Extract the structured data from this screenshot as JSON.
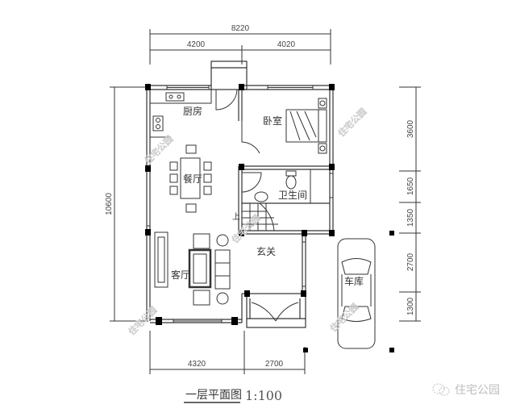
{
  "title": "一层平面图",
  "scale": "1:100",
  "dimensions": {
    "top_total": "8220",
    "top_segments": [
      "4200",
      "4020"
    ],
    "left_total": "10600",
    "right_segments": [
      "3600",
      "1650",
      "1350",
      "2700",
      "1300"
    ],
    "bottom_segments": [
      "4320",
      "2700"
    ]
  },
  "rooms": {
    "kitchen": "厨房",
    "bedroom": "卧室",
    "dining": "餐厅",
    "bathroom": "卫生间",
    "stair_up": "上",
    "living": "客厅",
    "foyer": "玄关",
    "garage": "车库"
  },
  "watermark": "住宅公园",
  "brand": {
    "icon": "wechat-icon",
    "label": "住宅公园"
  },
  "colors": {
    "line": "#333333",
    "column": "#000000",
    "watermark": "#cfcfcf"
  }
}
